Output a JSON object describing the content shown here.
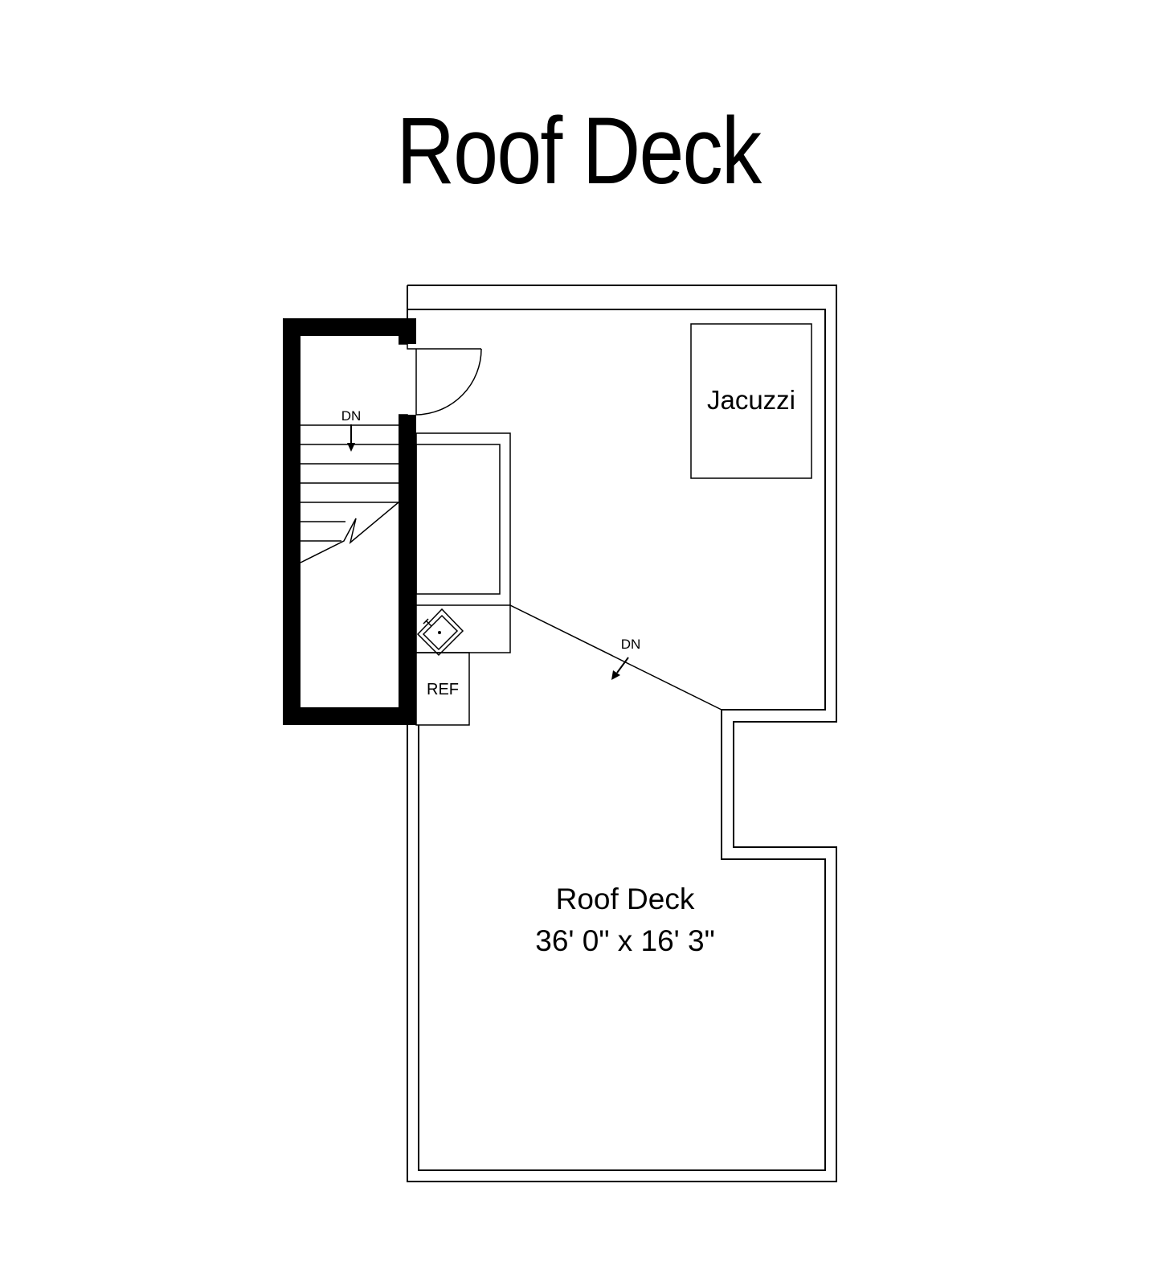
{
  "title": "Roof Deck",
  "labels": {
    "jacuzzi": "Jacuzzi",
    "stair_dn": "DN",
    "deck_dn": "DN",
    "refrigerator": "REF",
    "room_name": "Roof Deck",
    "room_dimensions": "36' 0\" x 16' 3\""
  }
}
